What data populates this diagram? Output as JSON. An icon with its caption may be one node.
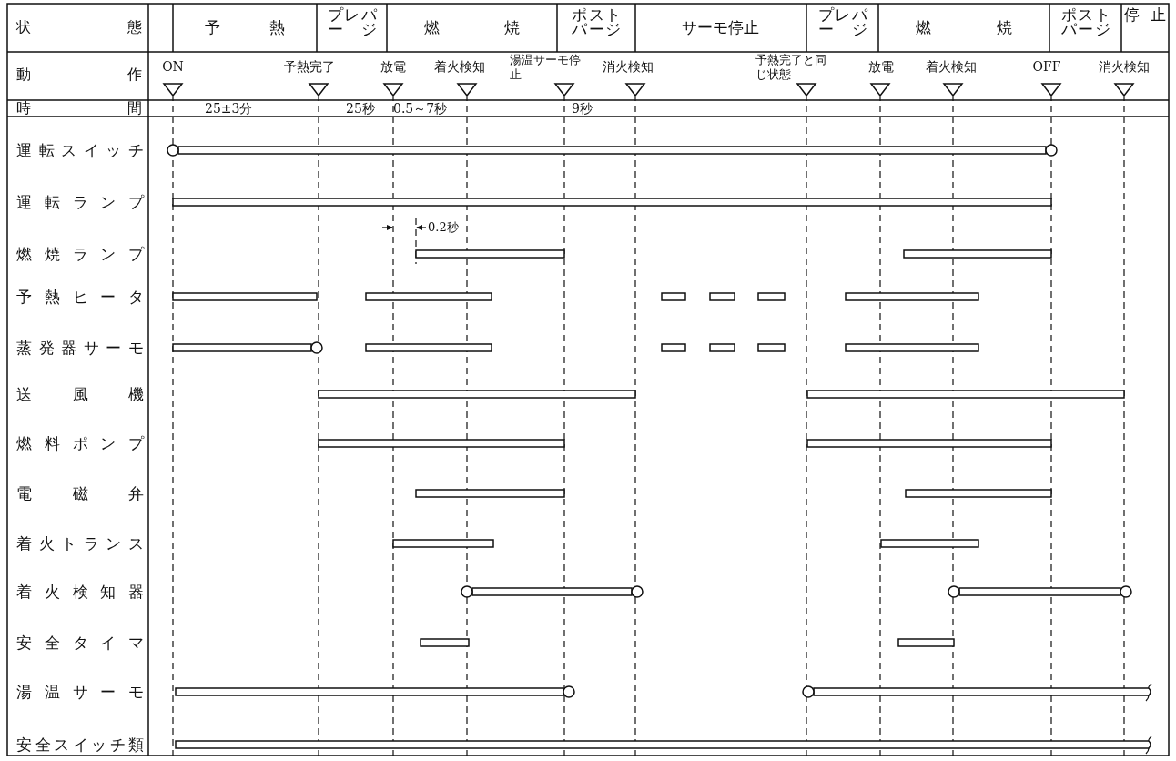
{
  "diagram": {
    "labels": [
      "状態",
      "予熱",
      "プレパージ",
      "燃焼",
      "ポストパージ",
      "サーモ停止",
      "プレパージ",
      "燃焼",
      "ポストパージ",
      "停止",
      "動作",
      "ON",
      "予熱完了",
      "放電",
      "着火検知",
      "湯温サーモ停止",
      "消火検知",
      "予熱完了と同じ状態",
      "放電",
      "着火検知",
      "OFF",
      "消火検知",
      "時間",
      "25±3分",
      "25秒",
      "0.5～7秒",
      "9秒",
      "運転スイッチ",
      "運転ランプ",
      "0.2秒",
      "燃焼ランプ",
      "予熱ヒータ",
      "蒸発器サーモ",
      "送風機",
      "燃料ポンプ",
      "電磁弁",
      "着火トランス",
      "着火検知器",
      "安全タイマ",
      "湯温サーモ",
      "安全スイッチ類"
    ]
  }
}
